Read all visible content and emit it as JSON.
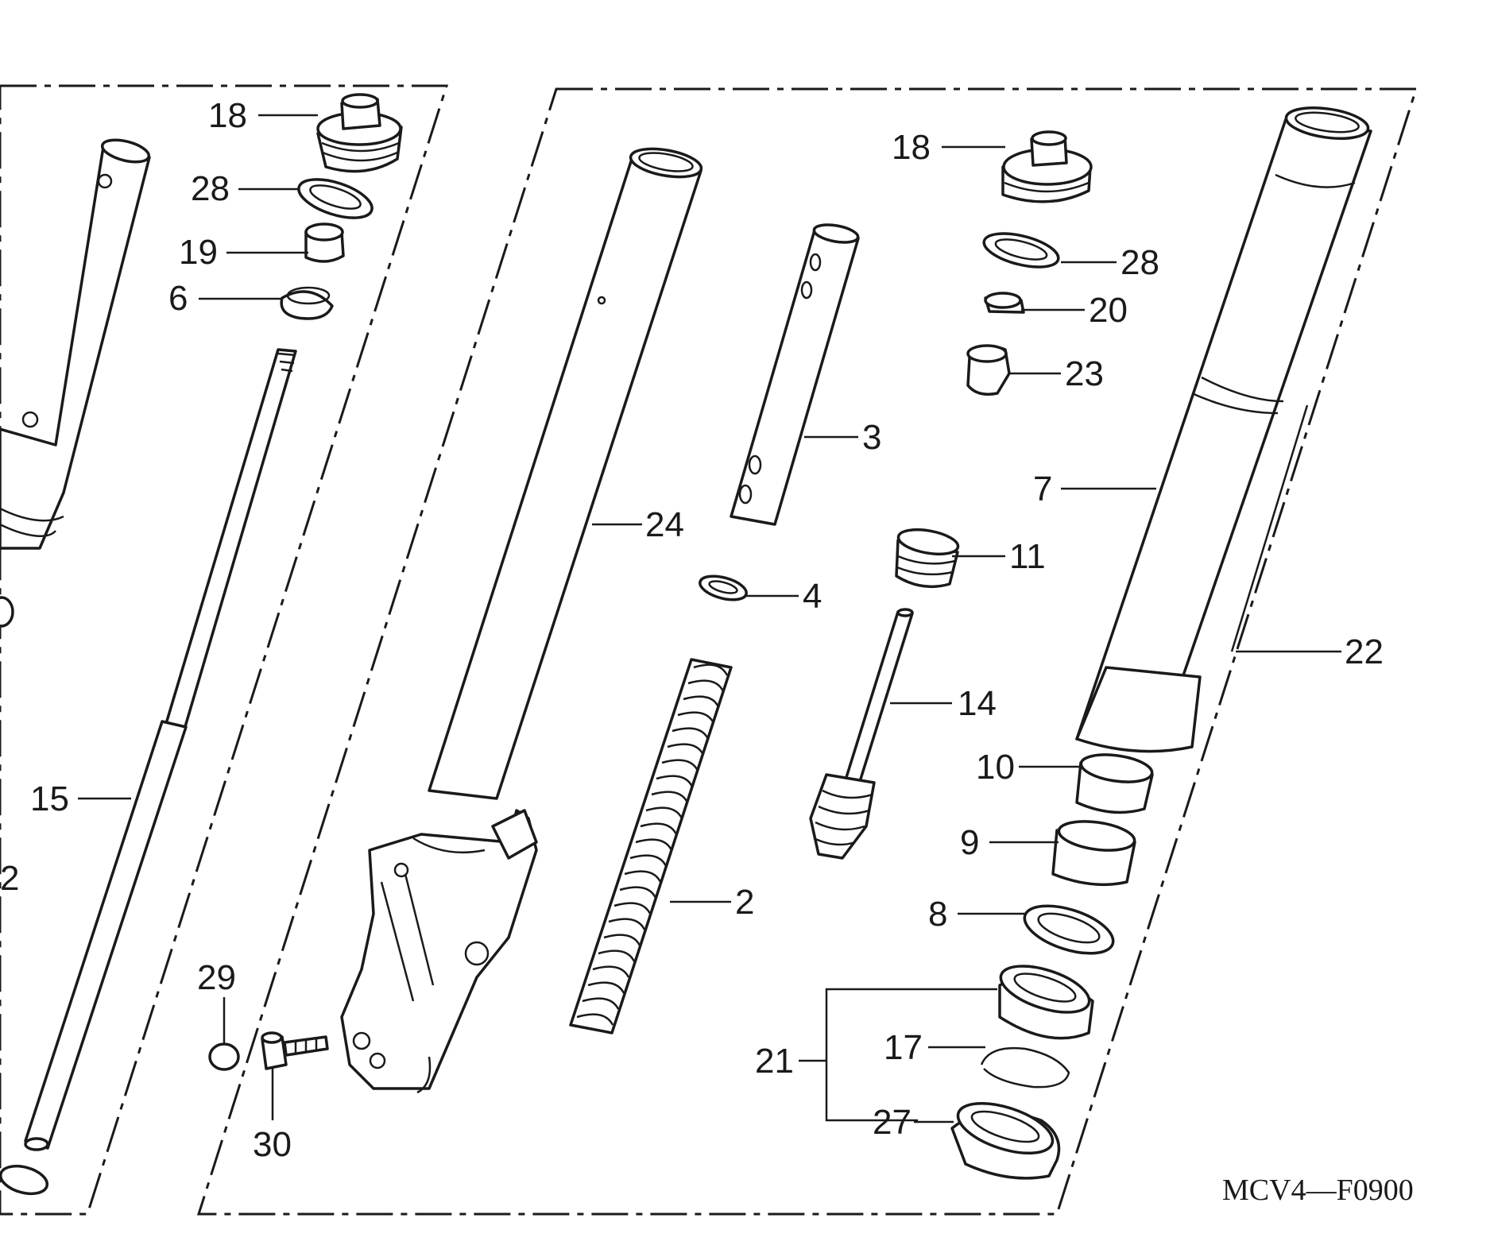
{
  "diagram": {
    "code": "MCV4—F0900",
    "callouts": [
      "18",
      "28",
      "19",
      "6",
      "15",
      "2",
      "29",
      "30",
      "24",
      "3",
      "4",
      "2",
      "18",
      "28",
      "20",
      "23",
      "7",
      "11",
      "14",
      "22",
      "10",
      "9",
      "8",
      "21",
      "17",
      "27"
    ]
  }
}
